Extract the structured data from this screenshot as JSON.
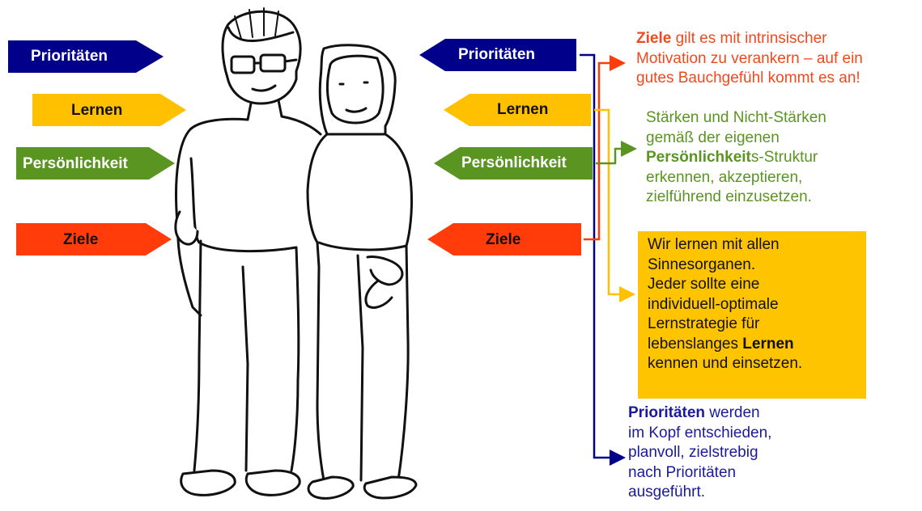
{
  "colors": {
    "prioritaeten": "#00008b",
    "lernen": "#ffc000",
    "persoenlichkeit": "#5a9421",
    "ziele": "#ff3c0a"
  },
  "left_arrows": {
    "prioritaeten": "Prioritäten",
    "lernen": "Lernen",
    "persoenlichkeit": "Persönlichkeit",
    "ziele": "Ziele"
  },
  "right_arrows": {
    "prioritaeten": "Prioritäten",
    "lernen": "Lernen",
    "persoenlichkeit": "Persönlichkeit",
    "ziele": "Ziele"
  },
  "descriptions": {
    "ziele": {
      "keyword": "Ziele",
      "line1_rest": " gilt es mit intrinsischer",
      "line2": "Motivation zu verankern – auf ein",
      "line3": "gutes Bauchgefühl kommt es an!"
    },
    "persoenlichkeit": {
      "line1": "Stärken und Nicht-Stärken",
      "line2": "gemäß der eigenen",
      "keyword": "Persönlichkeit",
      "line3_rest": "s-Struktur",
      "line4": "erkennen, akzeptieren,",
      "line5": "zielführend einzusetzen."
    },
    "lernen": {
      "line1": "Wir lernen mit allen",
      "line2": "Sinnesorganen.",
      "line3": "Jeder sollte eine",
      "line4": "individuell-optimale",
      "line5": "Lernstrategie für",
      "line6_pre": "lebenslanges ",
      "keyword": "Lernen",
      "line7": "kennen und einsetzen."
    },
    "prioritaeten": {
      "keyword": "Prioritäten",
      "line1_rest": " werden",
      "line2": "im Kopf entschieden,",
      "line3": "planvoll, zielstrebig",
      "line4": "nach Prioritäten",
      "line5": "ausgeführt."
    }
  }
}
